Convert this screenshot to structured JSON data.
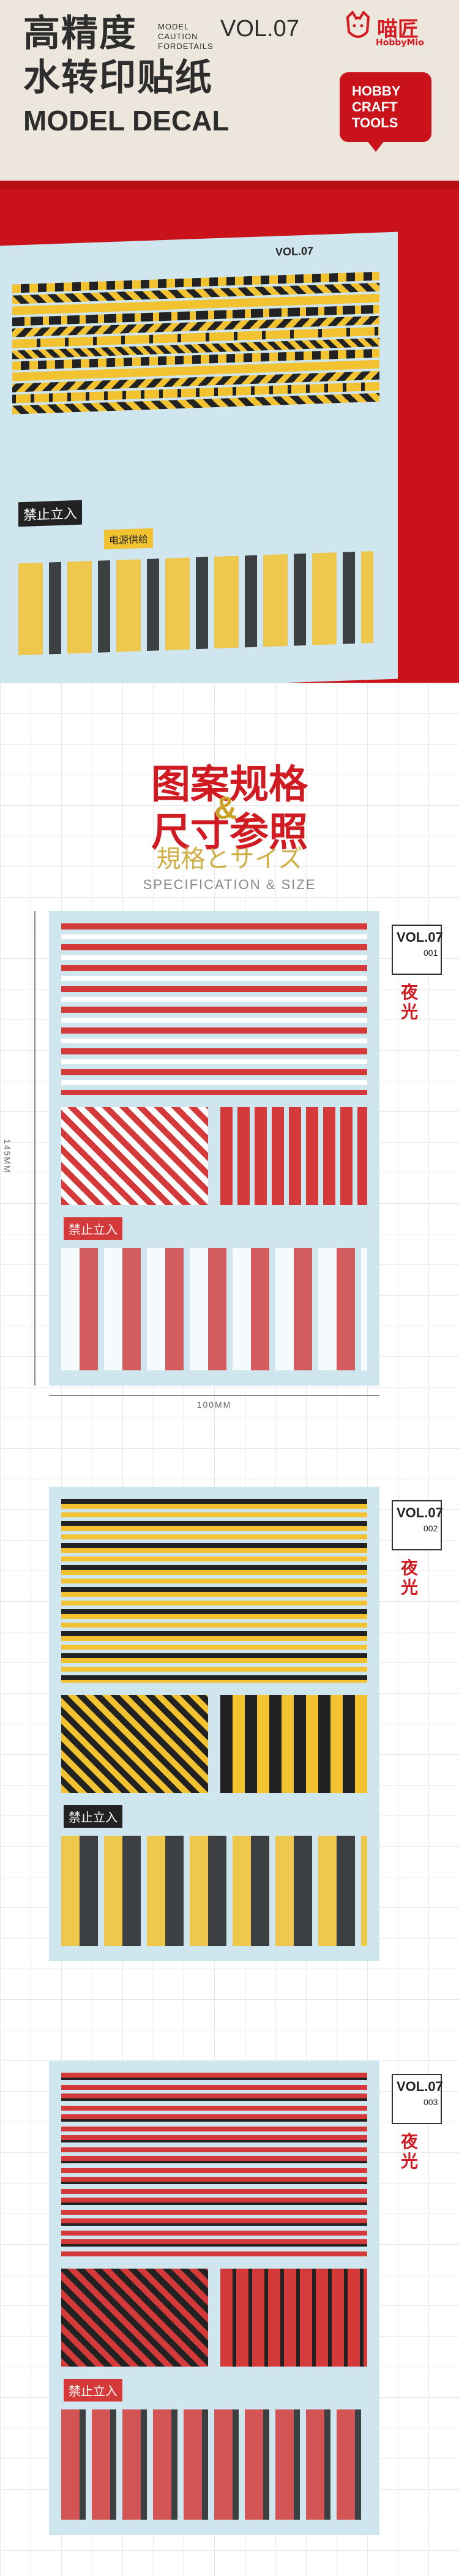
{
  "banner": {
    "title_line1": "高精度",
    "title_line2": "水转印贴纸",
    "title_en": "MODEL DECAL",
    "caption_lines": [
      "MODEL",
      "CAUTION",
      "FORDETAILS"
    ],
    "vol": "VOL.07",
    "brand_cn": "喵匠",
    "brand_en": "HobbyMio",
    "bubble_lines": [
      "HOBBY",
      "CRAFT",
      "TOOLS"
    ],
    "sheet_vol": "VOL.07",
    "sheet_notice": "禁止立入",
    "sheet_panel": "电源供给",
    "colors": {
      "red": "#c9121a",
      "cream": "#ece6dc",
      "sheet": "#cfe6ef",
      "yellow": "#f2c230"
    }
  },
  "spec": {
    "title_line1": "图案规格",
    "title_line2": "尺寸参照",
    "ampersand": "&",
    "title_jp": "規格とサイズ",
    "subtitle": "SPECIFICATION & SIZE",
    "height_label": "145MM",
    "width_label": "100MM"
  },
  "sheets": [
    {
      "vol": "VOL.07",
      "num": "001",
      "seal": "夜光",
      "variant": "red-white",
      "notice": "禁止立入"
    },
    {
      "vol": "VOL.07",
      "num": "002",
      "seal": "夜光",
      "variant": "yellow-black",
      "notice": "禁止立入"
    },
    {
      "vol": "VOL.07",
      "num": "003",
      "seal": "夜光",
      "variant": "red-black",
      "notice": "禁止立入"
    }
  ]
}
